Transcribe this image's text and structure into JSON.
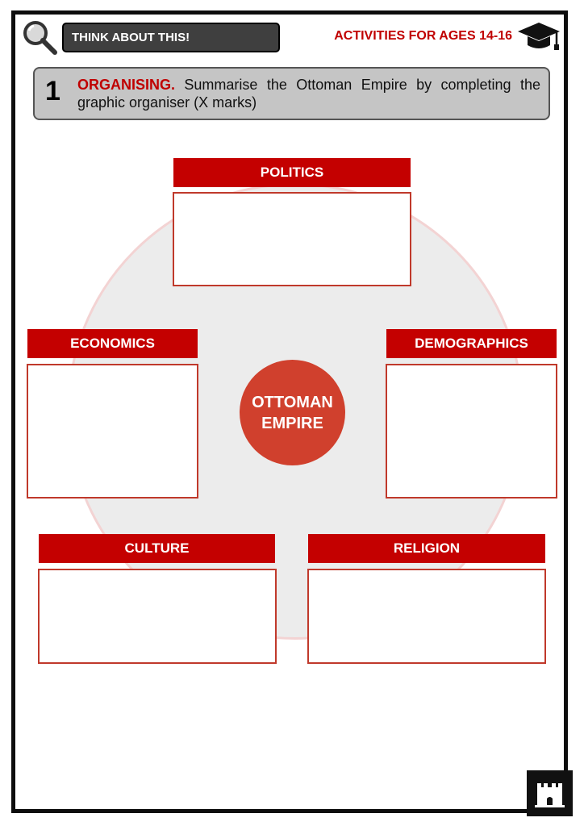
{
  "header": {
    "tag_label": "THINK ABOUT THIS!",
    "activity_label": "ACTIVITIES FOR AGES  14-16"
  },
  "instruction": {
    "number": "1",
    "keyword": "ORGANISING.",
    "text": " Summarise the Ottoman Empire by completing the graphic organiser (X marks)"
  },
  "organiser": {
    "center_line1": "OTTOMAN",
    "center_line2": "EMPIRE",
    "sections": {
      "politics": "POLITICS",
      "economics": "ECONOMICS",
      "demographics": "DEMOGRAPHICS",
      "culture": "CULTURE",
      "religion": "RELIGION"
    }
  },
  "icons": {
    "magnifier": "magnifier-icon",
    "mortarboard": "graduation-cap-icon",
    "castle": "castle-icon"
  },
  "colors": {
    "accent_red": "#c40000",
    "center_circle": "#d0402d",
    "tag_bg": "#3f3f3f"
  }
}
